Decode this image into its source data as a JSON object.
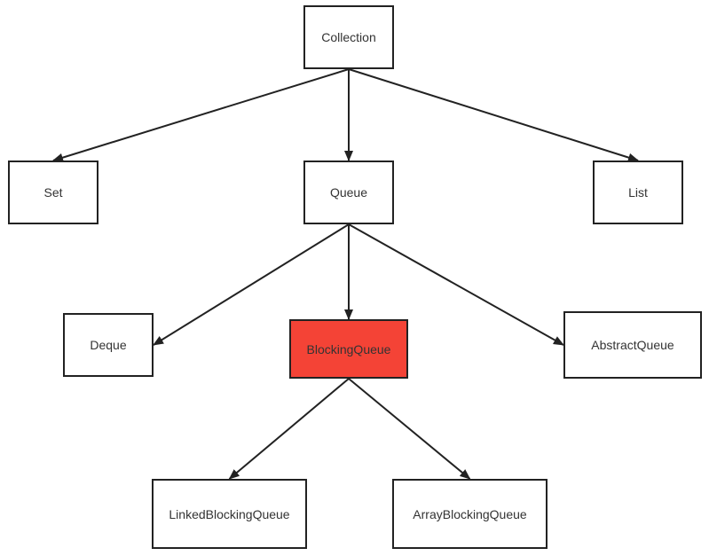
{
  "diagram": {
    "colors": {
      "line": "#222222",
      "node_border": "#222222",
      "node_fill": "#ffffff",
      "highlight_fill": "#f44336",
      "text": "#333333"
    },
    "nodes": {
      "collection": {
        "label": "Collection"
      },
      "set": {
        "label": "Set"
      },
      "queue": {
        "label": "Queue"
      },
      "list": {
        "label": "List"
      },
      "deque": {
        "label": "Deque"
      },
      "blockingqueue": {
        "label": "BlockingQueue",
        "highlighted": true
      },
      "abstractqueue": {
        "label": "AbstractQueue"
      },
      "linkedblockingqueue": {
        "label": "LinkedBlockingQueue"
      },
      "arrayblockingqueue": {
        "label": "ArrayBlockingQueue"
      }
    },
    "edges": [
      {
        "from": "collection",
        "to": "set"
      },
      {
        "from": "collection",
        "to": "queue"
      },
      {
        "from": "collection",
        "to": "list"
      },
      {
        "from": "queue",
        "to": "deque"
      },
      {
        "from": "queue",
        "to": "blockingqueue"
      },
      {
        "from": "queue",
        "to": "abstractqueue"
      },
      {
        "from": "blockingqueue",
        "to": "linkedblockingqueue"
      },
      {
        "from": "blockingqueue",
        "to": "arrayblockingqueue"
      }
    ]
  }
}
